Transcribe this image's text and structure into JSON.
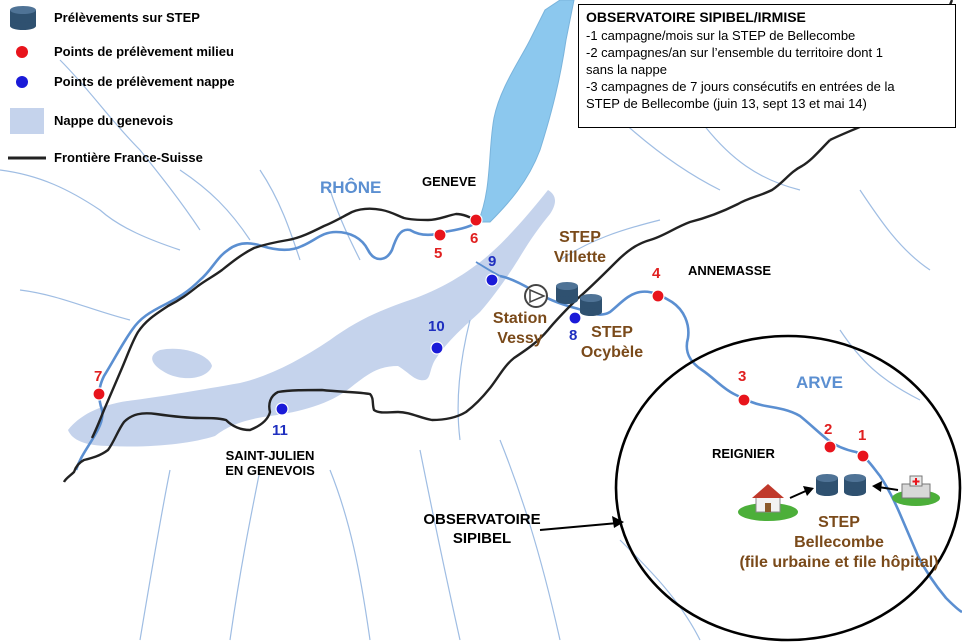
{
  "legend": {
    "step": "Prélèvements sur STEP",
    "milieu": "Points de prélèvement milieu",
    "nappe_points": "Points de prélèvement nappe",
    "nappe": "Nappe du genevois",
    "frontiere": "Frontière France-Suisse"
  },
  "info_box": {
    "title": "OBSERVATOIRE SIPIBEL/IRMISE",
    "lines": [
      "-1 campagne/mois sur la STEP de Bellecombe",
      "-2 campagnes/an sur l’ensemble du territoire  dont 1",
      "sans la nappe",
      "-3 campagnes de 7 jours consécutifs en entrées de la",
      "STEP de Bellecombe (juin 13, sept 13 et mai 14)"
    ]
  },
  "places": {
    "geneve": "GENEVE",
    "annemasse": "ANNEMASSE",
    "reignier": "REIGNIER",
    "saint_julien_1": "SAINT-JULIEN",
    "saint_julien_2": "EN GENEVOIS"
  },
  "rivers": {
    "rhone": "RHÔNE",
    "arve": "ARVE"
  },
  "facilities": {
    "villette_1": "STEP",
    "villette_2": "Villette",
    "vessy_1": "Station",
    "vessy_2": "Vessy",
    "ocybele_1": "STEP",
    "ocybele_2": "Ocybèle",
    "bellecombe_1": "STEP",
    "bellecombe_2": "Bellecombe",
    "bellecombe_3": "(file urbaine et file hôpital)"
  },
  "observatoire": {
    "line1": "OBSERVATOIRE",
    "line2": "SIPIBEL"
  },
  "points_milieu": [
    "1",
    "2",
    "3",
    "4",
    "5",
    "6",
    "7"
  ],
  "points_nappe": [
    "8",
    "9",
    "10",
    "11"
  ],
  "colors": {
    "milieu": "#e8141c",
    "nappe_point": "#1a1ad8",
    "nappe_area": "#c5d3ec",
    "river": "#5b8fd1",
    "lake": "#8cc8ee",
    "border": "#222222",
    "step_tank": "#2f5170"
  }
}
